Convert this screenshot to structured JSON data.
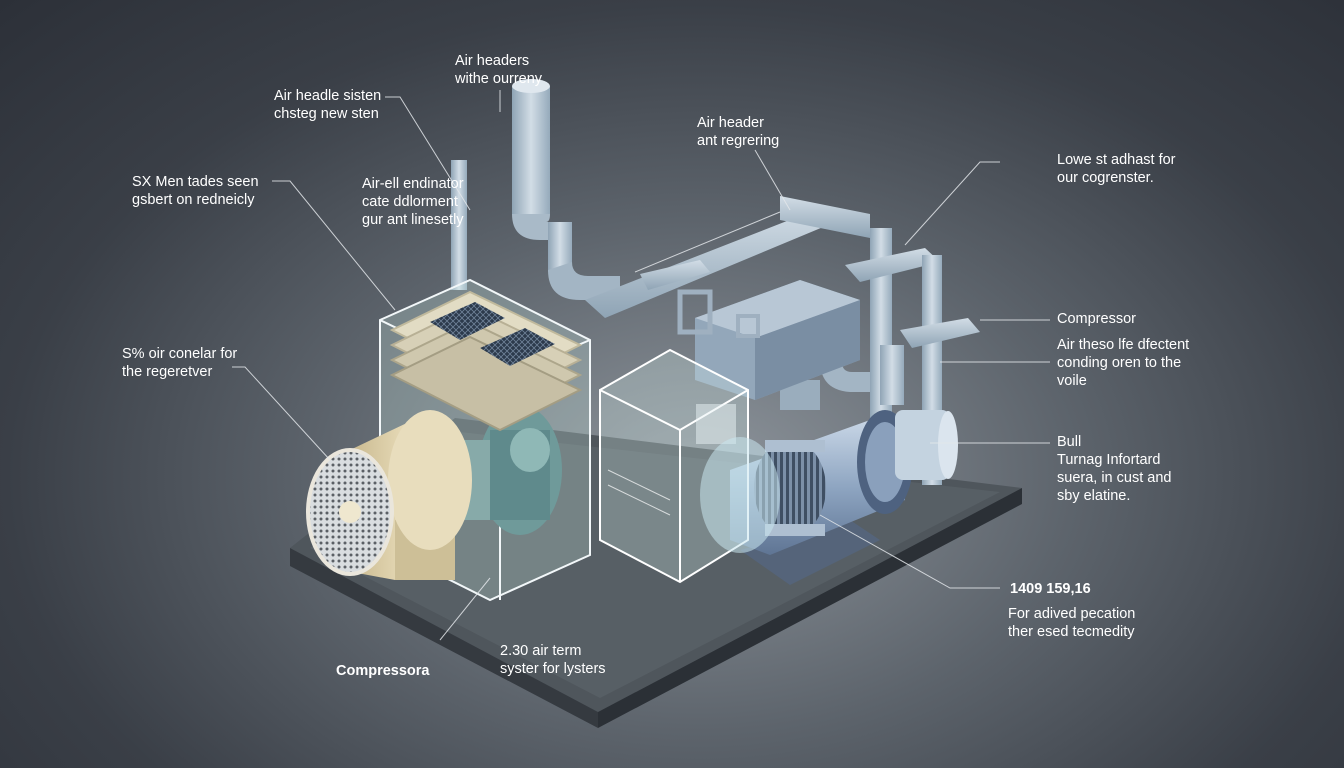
{
  "labels": {
    "air_headers_top": [
      "Air headers",
      "withe ourreny"
    ],
    "air_header_left": [
      "Air headle sisten",
      "chsteg new sten"
    ],
    "sx_men": [
      "SX Men tades seen",
      "gsbert on redneicly"
    ],
    "air_cell": [
      "Air-ell endinator",
      "cate ddlorment",
      "gur ant linesetly"
    ],
    "air_cooler": [
      "S% oir conelar for",
      "the regeretver"
    ],
    "compressora": [
      "Compressora"
    ],
    "air_term": [
      "2.30 air term",
      "syster for lysters"
    ],
    "air_header_mid": [
      "Air header",
      "ant regrering"
    ],
    "lowest_adhast": [
      "Lowe st adhast for",
      "our cogrenster."
    ],
    "compressor_right": [
      "Compressor"
    ],
    "air_these": [
      "Air theso lfe dfectent",
      "conding oren to the",
      "voile"
    ],
    "bull": [
      "Bull",
      "Turnag Infortard",
      "suera, in cust and",
      "sby elatine."
    ],
    "number_value": [
      "1409 159,16"
    ],
    "for_advised": [
      "For adived pecation",
      "ther esed tecmedity"
    ]
  },
  "colors": {
    "background_center": "#8e959c",
    "background_edge": "#2c3038",
    "platform": "#5a6166",
    "pipe": "#b7c7d4",
    "filter_cream": "#e6d9b3",
    "motor_blue": "#8da4c0"
  }
}
